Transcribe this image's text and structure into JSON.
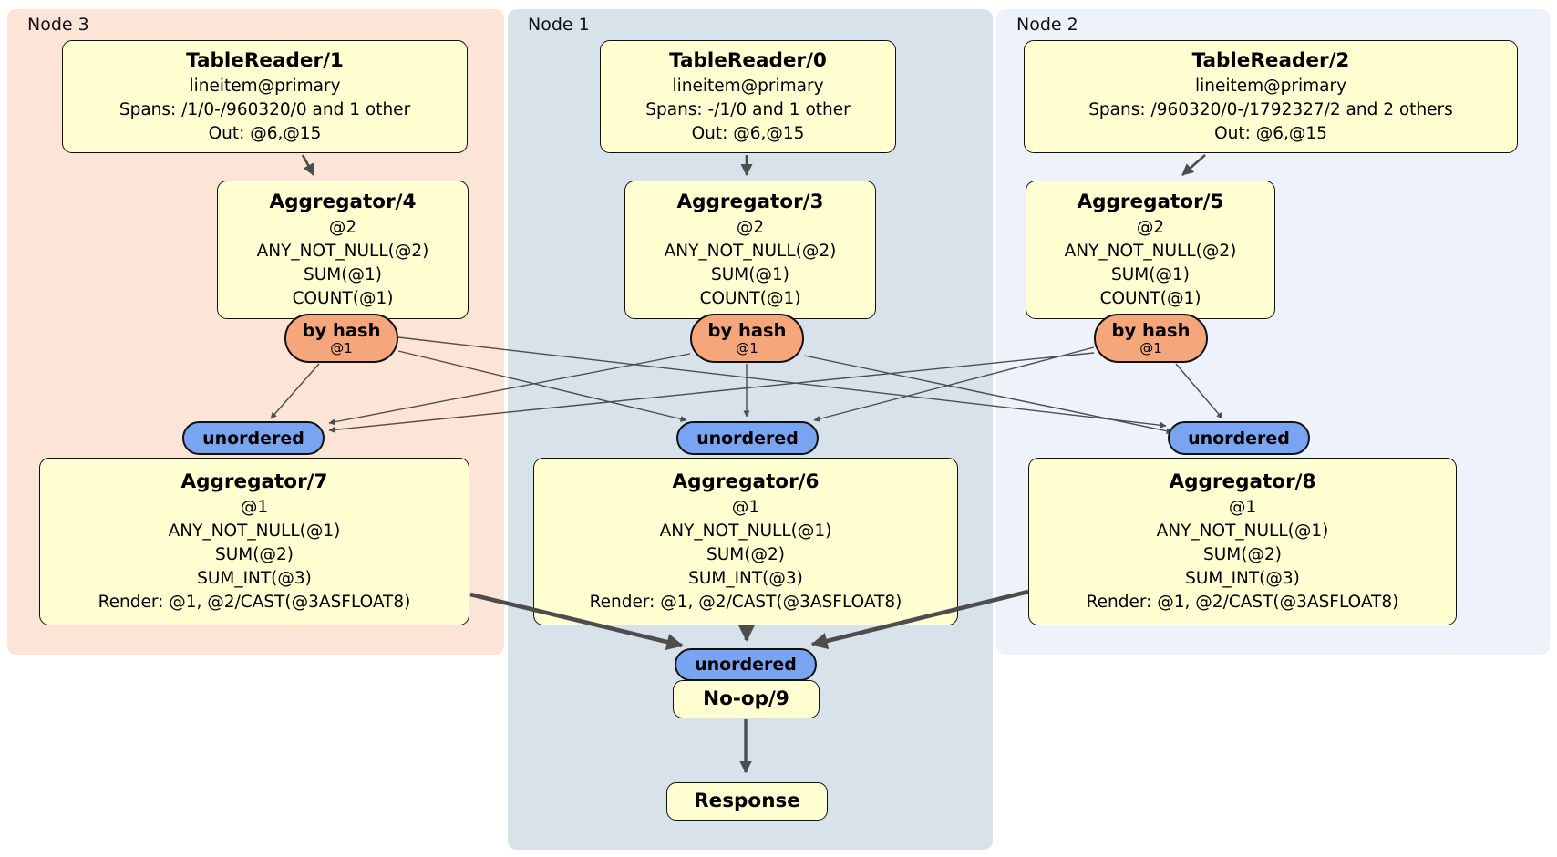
{
  "colors": {
    "node3_bg": "#fce4d6",
    "node1_bg": "#d7e2ea",
    "node2_bg": "#edf2fb",
    "box_bg": "#ffffd2",
    "router_bg": "#f5a67b",
    "sync_bg": "#79a4f1",
    "edge_color": "#4d4d4d"
  },
  "regions": {
    "node3": {
      "label": "Node 3"
    },
    "node1": {
      "label": "Node 1"
    },
    "node2": {
      "label": "Node 2"
    }
  },
  "processors": {
    "tr1": {
      "title": "TableReader/1",
      "lines": [
        "lineitem@primary",
        "Spans: /1/0-/960320/0 and 1 other",
        "Out: @6,@15"
      ]
    },
    "tr0": {
      "title": "TableReader/0",
      "lines": [
        "lineitem@primary",
        "Spans: -/1/0 and 1 other",
        "Out: @6,@15"
      ]
    },
    "tr2": {
      "title": "TableReader/2",
      "lines": [
        "lineitem@primary",
        "Spans: /960320/0-/1792327/2 and 2 others",
        "Out: @6,@15"
      ]
    },
    "agg4": {
      "title": "Aggregator/4",
      "lines": [
        "@2",
        "ANY_NOT_NULL(@2)",
        "SUM(@1)",
        "COUNT(@1)"
      ]
    },
    "agg3": {
      "title": "Aggregator/3",
      "lines": [
        "@2",
        "ANY_NOT_NULL(@2)",
        "SUM(@1)",
        "COUNT(@1)"
      ]
    },
    "agg5": {
      "title": "Aggregator/5",
      "lines": [
        "@2",
        "ANY_NOT_NULL(@2)",
        "SUM(@1)",
        "COUNT(@1)"
      ]
    },
    "agg7": {
      "title": "Aggregator/7",
      "lines": [
        "@1",
        "ANY_NOT_NULL(@1)",
        "SUM(@2)",
        "SUM_INT(@3)",
        "Render: @1, @2/CAST(@3ASFLOAT8)"
      ]
    },
    "agg6": {
      "title": "Aggregator/6",
      "lines": [
        "@1",
        "ANY_NOT_NULL(@1)",
        "SUM(@2)",
        "SUM_INT(@3)",
        "Render: @1, @2/CAST(@3ASFLOAT8)"
      ]
    },
    "agg8": {
      "title": "Aggregator/8",
      "lines": [
        "@1",
        "ANY_NOT_NULL(@1)",
        "SUM(@2)",
        "SUM_INT(@3)",
        "Render: @1, @2/CAST(@3ASFLOAT8)"
      ]
    },
    "noop9": {
      "title": "No-op/9"
    },
    "response": {
      "title": "Response"
    }
  },
  "routers": {
    "left": {
      "label": "by hash",
      "detail": "@1"
    },
    "middle": {
      "label": "by hash",
      "detail": "@1"
    },
    "right": {
      "label": "by hash",
      "detail": "@1"
    }
  },
  "streams": {
    "left": "unordered",
    "middle": "unordered",
    "right": "unordered",
    "final": "unordered"
  }
}
